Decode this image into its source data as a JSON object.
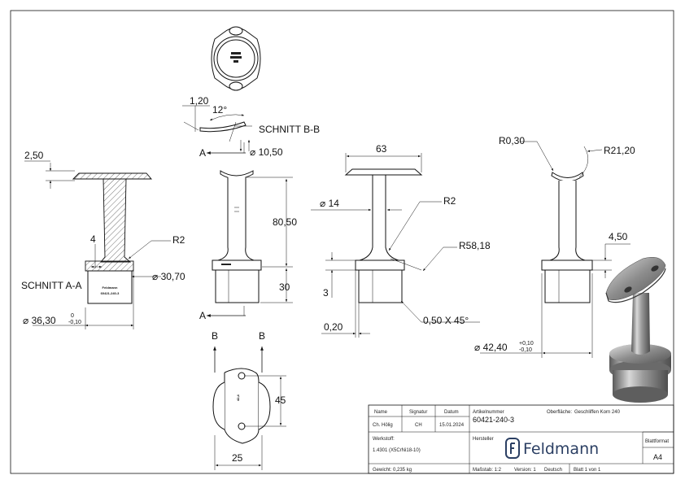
{
  "dimensions": {
    "d_2_50": "2,50",
    "d_4": "4",
    "d_R2_left": "R2",
    "d_30_70": "30,70",
    "d_36_30": "36,30",
    "d_36_30_tol_upper": "0",
    "d_36_30_tol_lower": "-0,10",
    "d_1_20": "1,20",
    "d_12deg": "12°",
    "d_10_50": "10,50",
    "d_80_50": "80,50",
    "d_30": "30",
    "d_63": "63",
    "d_14": "14",
    "d_R2_right": "R2",
    "d_R58_18": "R58,18",
    "d_3": "3",
    "d_0_20": "0,20",
    "d_chamfer": "0,50 X 45°",
    "d_R0_30": "R0,30",
    "d_R21_20": "R21,20",
    "d_4_50": "4,50",
    "d_42_40": "42,40",
    "d_42_40_tol_upper": "+0,10",
    "d_42_40_tol_lower": "-0,10",
    "d_45": "45",
    "d_25": "25"
  },
  "labels": {
    "section_aa": "SCHNITT A-A",
    "section_bb": "SCHNITT B-B",
    "arrow_a_top": "A",
    "arrow_a_bottom": "A",
    "arrow_b_left": "B",
    "arrow_b_right": "B",
    "engraving_line1": "Feldmann",
    "engraving_line2": "60421-240-3"
  },
  "title_block": {
    "h_name": "Name",
    "h_signatur": "Signatur",
    "h_datum": "Datum",
    "v_name": "Ch. Hölig",
    "v_signatur": "CH",
    "v_datum": "15.01.2024",
    "h_artikelnummer": "Artikelnummer",
    "v_artikelnummer": "60421-240-3",
    "h_oberflaeche": "Oberfläche:",
    "v_oberflaeche": "Geschliffen Korn 240",
    "h_werkstoff": "Werkstoff:",
    "v_werkstoff": "1.4301 (X5CrNi18-10)",
    "h_hersteller": "Hersteller",
    "logo_text": "Feldmann",
    "h_blattformat": "Blattformat",
    "v_blattformat": "A4",
    "gewicht": "Gewicht: 0,235 kg",
    "massstab": "Maßstab: 1:2",
    "version": "Version: 1",
    "sprache": "Deutsch",
    "blatt": "Blatt 1 von 1"
  },
  "colors": {
    "line": "#111111",
    "logo": "#2b3f63",
    "render_metal": "#8a8a8a"
  }
}
